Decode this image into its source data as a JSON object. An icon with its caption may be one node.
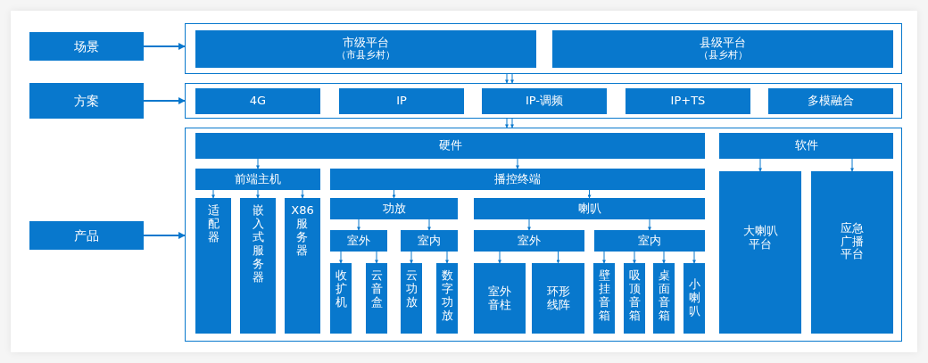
{
  "diagram": {
    "nodes": [
      {
        "text": [
          "场景"
        ]
      },
      {
        "text": [
          "方案"
        ]
      },
      {
        "text": [
          "产品"
        ]
      },
      {
        "text": [],
        "shape": "box"
      },
      {
        "text": [
          "市级平台",
          "（市县乡村）"
        ],
        "in": 3
      },
      {
        "text": [
          "县级平台",
          "（县乡村）"
        ],
        "in": 3
      },
      {
        "text": [],
        "shape": "box"
      },
      {
        "text": [
          "4G"
        ],
        "in": 6
      },
      {
        "text": [
          "IP"
        ],
        "in": 6
      },
      {
        "text": [
          "IP-调频"
        ],
        "in": 6
      },
      {
        "text": [
          "IP+TS"
        ],
        "in": 6
      },
      {
        "text": [
          "多模融合"
        ],
        "in": 6
      },
      {
        "text": [],
        "shape": "box"
      },
      {
        "text": [
          "硬件"
        ],
        "in": 12
      },
      {
        "text": [
          "软件"
        ],
        "in": 12
      },
      {
        "text": [
          "前端主机"
        ],
        "in": 12
      },
      {
        "text": [
          "播控终端"
        ],
        "in": 12
      },
      {
        "text": [
          "适配器"
        ],
        "in": 12
      },
      {
        "text": [
          "嵌入式服务器"
        ],
        "in": 12
      },
      {
        "text": [
          "X86服务器"
        ],
        "in": 12
      },
      {
        "text": [
          "功放"
        ],
        "in": 12
      },
      {
        "text": [
          "喇叭"
        ],
        "in": 12
      },
      {
        "text": [
          "室外"
        ],
        "in": 12
      },
      {
        "text": [
          "室内"
        ],
        "in": 12
      },
      {
        "text": [
          "收扩机"
        ],
        "in": 12
      },
      {
        "text": [
          "云音盒"
        ],
        "in": 12
      },
      {
        "text": [
          "云功放"
        ],
        "in": 12
      },
      {
        "text": [
          "数字功放"
        ],
        "in": 12
      },
      {
        "text": [
          "室外"
        ],
        "in": 12
      },
      {
        "text": [
          "室内"
        ],
        "in": 12
      },
      {
        "text": [
          "室外音柱"
        ],
        "in": 12
      },
      {
        "text": [
          "环形线阵"
        ],
        "in": 12
      },
      {
        "text": [
          "壁挂音箱"
        ],
        "in": 12
      },
      {
        "text": [
          "吸顶音箱"
        ],
        "in": 12
      },
      {
        "text": [
          "桌面音箱"
        ],
        "in": 12
      },
      {
        "text": [
          "小喇叭"
        ],
        "in": 12
      },
      {
        "text": [
          "大喇叭平台"
        ],
        "in": 12
      },
      {
        "text": [
          "应急广播平台"
        ],
        "in": 12
      }
    ],
    "edges": [
      {
        "from": 0,
        "to": 3,
        "arrow": "to"
      },
      {
        "from": 1,
        "to": 6,
        "arrow": "to"
      },
      {
        "from": 2,
        "to": 12,
        "arrow": "to"
      },
      {
        "from": 3,
        "to": 6,
        "arrow": "to"
      },
      {
        "from": 3,
        "to": 6,
        "arrow": "to"
      },
      {
        "from": 6,
        "to": 12,
        "arrow": "to"
      },
      {
        "from": 6,
        "to": 12,
        "arrow": "to"
      },
      {
        "from": 13,
        "to": 15,
        "arrow": "to"
      },
      {
        "from": 13,
        "to": 16,
        "arrow": "to"
      },
      {
        "from": 14,
        "to": 36,
        "arrow": "to"
      },
      {
        "from": 14,
        "to": 37,
        "arrow": "to"
      },
      {
        "from": 15,
        "to": 17,
        "arrow": "to"
      },
      {
        "from": 15,
        "to": 18,
        "arrow": "to"
      },
      {
        "from": 15,
        "to": 19,
        "arrow": "to"
      },
      {
        "from": 16,
        "to": 20,
        "arrow": "to"
      },
      {
        "from": 16,
        "to": 21,
        "arrow": "to"
      },
      {
        "from": 20,
        "to": 22,
        "arrow": "to"
      },
      {
        "from": 20,
        "to": 23,
        "arrow": "to"
      },
      {
        "from": 22,
        "to": 24,
        "arrow": "to"
      },
      {
        "from": 22,
        "to": 25,
        "arrow": "to"
      },
      {
        "from": 23,
        "to": 26,
        "arrow": "to"
      },
      {
        "from": 23,
        "to": 27,
        "arrow": "to"
      },
      {
        "from": 21,
        "to": 28,
        "arrow": "to"
      },
      {
        "from": 21,
        "to": 29,
        "arrow": "to"
      },
      {
        "from": 28,
        "to": 30,
        "arrow": "to"
      },
      {
        "from": 28,
        "to": 31,
        "arrow": "to"
      },
      {
        "from": 29,
        "to": 32,
        "arrow": "to"
      },
      {
        "from": 29,
        "to": 33,
        "arrow": "to"
      },
      {
        "from": 29,
        "to": 34,
        "arrow": "to"
      },
      {
        "from": 29,
        "to": 35,
        "arrow": "to"
      }
    ]
  }
}
